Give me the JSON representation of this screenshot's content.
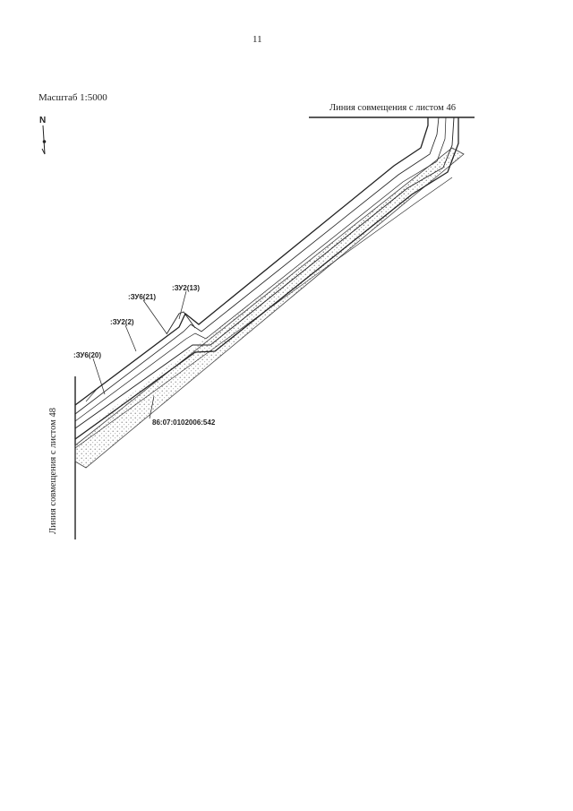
{
  "page_number": "11",
  "scale_label": "Масштаб 1:5000",
  "north_label": "N",
  "join_line_top": "Линия совмещения с листом 46",
  "join_line_left": "Линия совмещения с листом 48",
  "parcels": [
    {
      "id": ":ЗУ6(21)"
    },
    {
      "id": ":ЗУ2(13)"
    },
    {
      "id": ":ЗУ2(2)"
    },
    {
      "id": ":ЗУ6(20)"
    },
    {
      "id": "86:07:0102006:542"
    }
  ],
  "colors": {
    "line": "#222222",
    "hatch": "#555555"
  }
}
